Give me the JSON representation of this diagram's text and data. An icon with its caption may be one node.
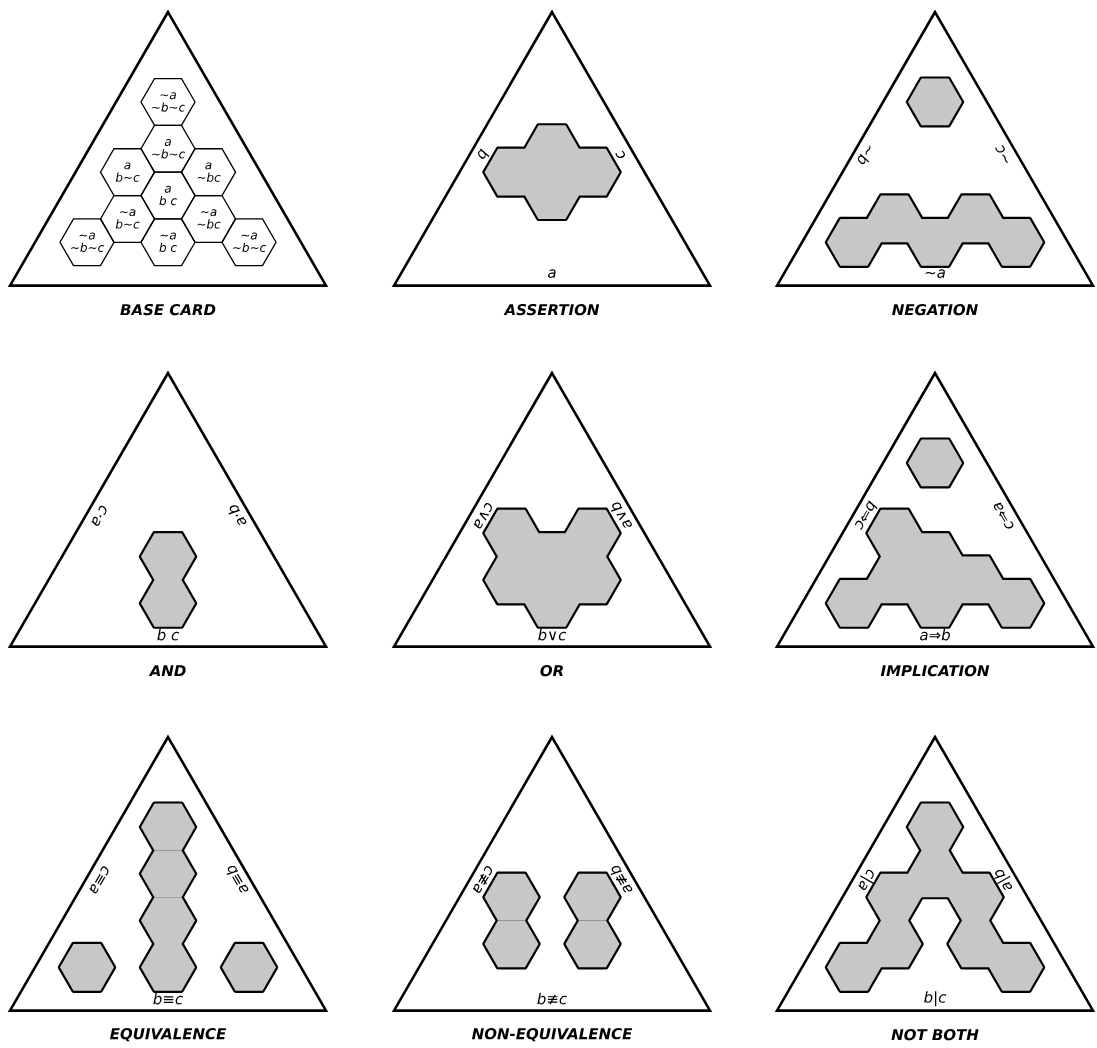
{
  "diagram": {
    "nodes": [
      {
        "text": [
          "BASE CARD"
        ]
      },
      {
        "text": [
          "~a",
          "~b~c"
        ],
        "in": 0
      },
      {
        "text": [
          "a",
          "~b~c"
        ],
        "in": 0
      },
      {
        "text": [
          "a",
          "b~c"
        ],
        "in": 0
      },
      {
        "text": [
          "a",
          "~bc"
        ],
        "in": 0
      },
      {
        "text": [
          "a",
          "b c"
        ],
        "in": 0
      },
      {
        "text": [
          "~a",
          "b~c"
        ],
        "in": 0
      },
      {
        "text": [
          "~a",
          "~bc"
        ],
        "in": 0
      },
      {
        "text": [
          "~a",
          "~b~c"
        ],
        "in": 0
      },
      {
        "text": [
          "~a",
          "b c"
        ],
        "in": 0
      },
      {
        "text": [
          "~a",
          "~b~c"
        ],
        "in": 0
      },
      {
        "text": [
          "b",
          "c",
          "a",
          "ASSERTION"
        ]
      },
      {
        "text": [
          "~b",
          "~c",
          "~a",
          "NEGATION"
        ]
      },
      {
        "text": [
          "c·a",
          "a·b",
          "b c",
          "AND"
        ]
      },
      {
        "text": [
          "c∨a",
          "a∨b",
          "b∨c",
          "OR"
        ]
      },
      {
        "text": [
          "b⇒c",
          "c⇒a",
          "a⇒b",
          "IMPLICATION"
        ]
      },
      {
        "text": [
          "c≡a",
          "a≡b",
          "b≡c",
          "EQUIVALENCE"
        ]
      },
      {
        "text": [
          "c≢a",
          "a≢b",
          "b≢c",
          "NON-EQUIVALENCE"
        ]
      },
      {
        "text": [
          "c|a",
          "a|b",
          "b|c",
          "NOT BOTH"
        ]
      }
    ]
  }
}
